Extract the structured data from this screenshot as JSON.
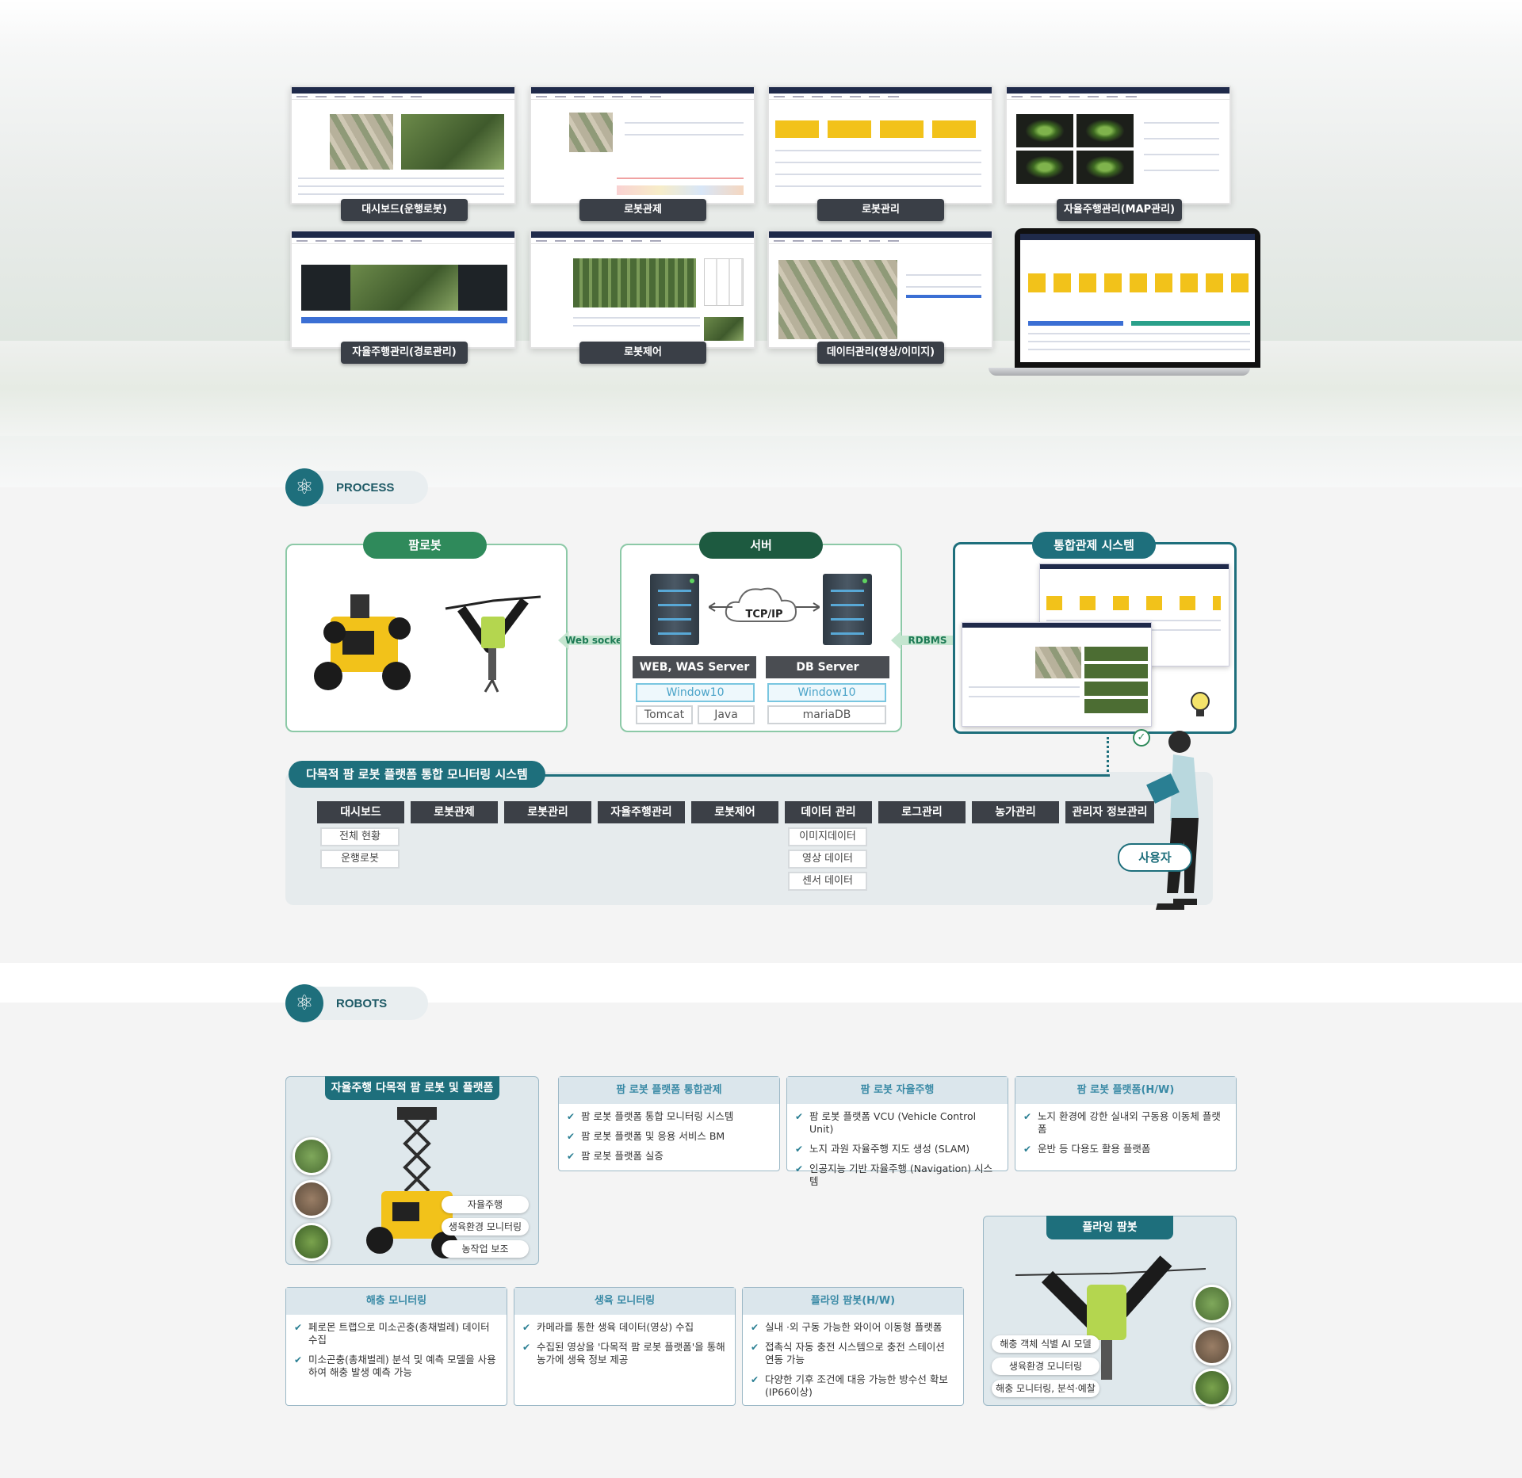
{
  "screens": {
    "captions": [
      "대시보드(운행로봇)",
      "로봇관제",
      "로봇관리",
      "자율주행관리(MAP관리)",
      "자율주행관리(경로관리)",
      "로봇제어",
      "데이터관리(영상/이미지)"
    ]
  },
  "process": {
    "section_title": "PROCESS",
    "farmbot_title": "팜로봇",
    "server_title": "서버",
    "integrated_title": "통합관제 시스템",
    "websocket": "Web socket",
    "rdbms": "RDBMS",
    "tcpip": "TCP/IP",
    "web_server": "WEB, WAS Server",
    "db_server": "DB Server",
    "web_os": "Window10",
    "db_os": "Window10",
    "tomcat": "Tomcat",
    "java": "Java",
    "mariadb": "mariaDB",
    "monitoring_title": "다목적 팜 로봇 플랫폼 통합 모니터링 시스템",
    "user": "사용자",
    "menus": [
      "대시보드",
      "로봇관제",
      "로봇관리",
      "자율주행관리",
      "로봇제어",
      "데이터 관리",
      "로그관리",
      "농가관리",
      "관리자 정보관리"
    ],
    "dashboard_sub": [
      "전체 현황",
      "운행로봇"
    ],
    "data_sub": [
      "이미지데이터",
      "영상 데이터",
      "센서 데이터"
    ]
  },
  "robots": {
    "section_title": "ROBOTS",
    "main_card_title": "자율주행 다목적 팜 로봇 및 플랫폼",
    "main_chips": [
      "자율주행",
      "생육환경 모니터링",
      "농작업 보조"
    ],
    "card1_title": "팜 로봇 플랫폼 통합관제",
    "card1_items": [
      "팜 로봇 플랫폼 통합 모니터링 시스템",
      "팜 로봇 플랫폼 및 응용 서비스 BM",
      "팜 로봇 플랫폼 실증"
    ],
    "card2_title": "팜 로봇 자율주행",
    "card2_items": [
      "팜 로봇 플랫폼 VCU (Vehicle Control Unit)",
      "노지 과원 자율주행 지도 생성 (SLAM)",
      "인공지능 기반 자율주행 (Navigation) 시스템"
    ],
    "card3_title": "팜 로봇  플랫폼(H/W)",
    "card3_items": [
      "노지 환경에 강한 실내외 구동용 이동체 플랫폼",
      "운반 등 다용도 활용 플랫폼"
    ],
    "flying_title": "플라잉 팜봇",
    "flying_chips": [
      "해충 객체 식별 AI 모델",
      "생육환경 모니터링",
      "해충 모니터링, 분석·예찰"
    ],
    "card4_title": "해충 모니터링",
    "card4_items": [
      "페로몬 트랩으로 미소곤충(총채벌레) 데이터 수집",
      "미소곤충(총채벌레) 분석 및 예측 모델을 사용하여 해충 발생 예측 가능"
    ],
    "card5_title": "생육 모니터링",
    "card5_items": [
      "카메라를 통한 생육 데이터(영상) 수집",
      "수집된 영상을 '다목적 팜 로봇 플랫폼'을 통해 농가에 생육 정보 제공"
    ],
    "card6_title": "플라잉 팜봇(H/W)",
    "card6_items": [
      "실내 ·외 구동 가능한 와이어 이동형 플랫폼",
      "접촉식 자동 충전 시스템으로 충전 스테이션 연동 가능",
      "다양한 기후 조건에 대응 가능한 방수선 확보 (IP66이상)"
    ]
  },
  "colors": {
    "accent": "#1e6f7c",
    "green": "#2f8a5b",
    "dark_green": "#1d5a40",
    "menu": "#3c4047"
  }
}
